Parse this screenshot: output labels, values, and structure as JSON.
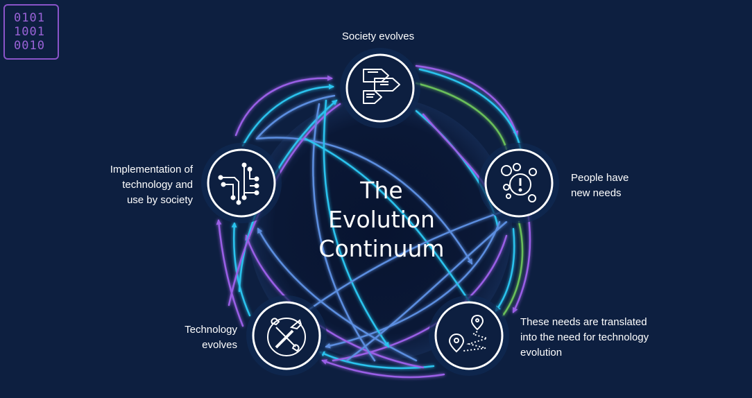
{
  "diagram": {
    "title": "The\nEvolution\nContinuum",
    "stages": [
      {
        "label": "Society evolves",
        "icon": "arrows-icon"
      },
      {
        "label": "People have\nnew needs",
        "icon": "bubbles-exclamation-icon"
      },
      {
        "label": "These needs are translated\ninto the need for technology\nevolution",
        "icon": "route-map-icon"
      },
      {
        "label": "Technology\nevolves",
        "icon": "tools-icon"
      },
      {
        "label": "Implementation of\ntechnology and\nuse by society",
        "icon": "circuit-icon"
      }
    ]
  },
  "logo": {
    "lines": [
      "0101",
      "1001",
      "0010"
    ],
    "color": "#8a54c9"
  },
  "colors": {
    "background": "#0d1f40",
    "core": "#0a1733",
    "arrow_purple": "#8a4fd8",
    "arrow_cyan": "#1fb8e6",
    "arrow_blue": "#4a7fd6",
    "arrow_green": "#6bbf5a"
  }
}
